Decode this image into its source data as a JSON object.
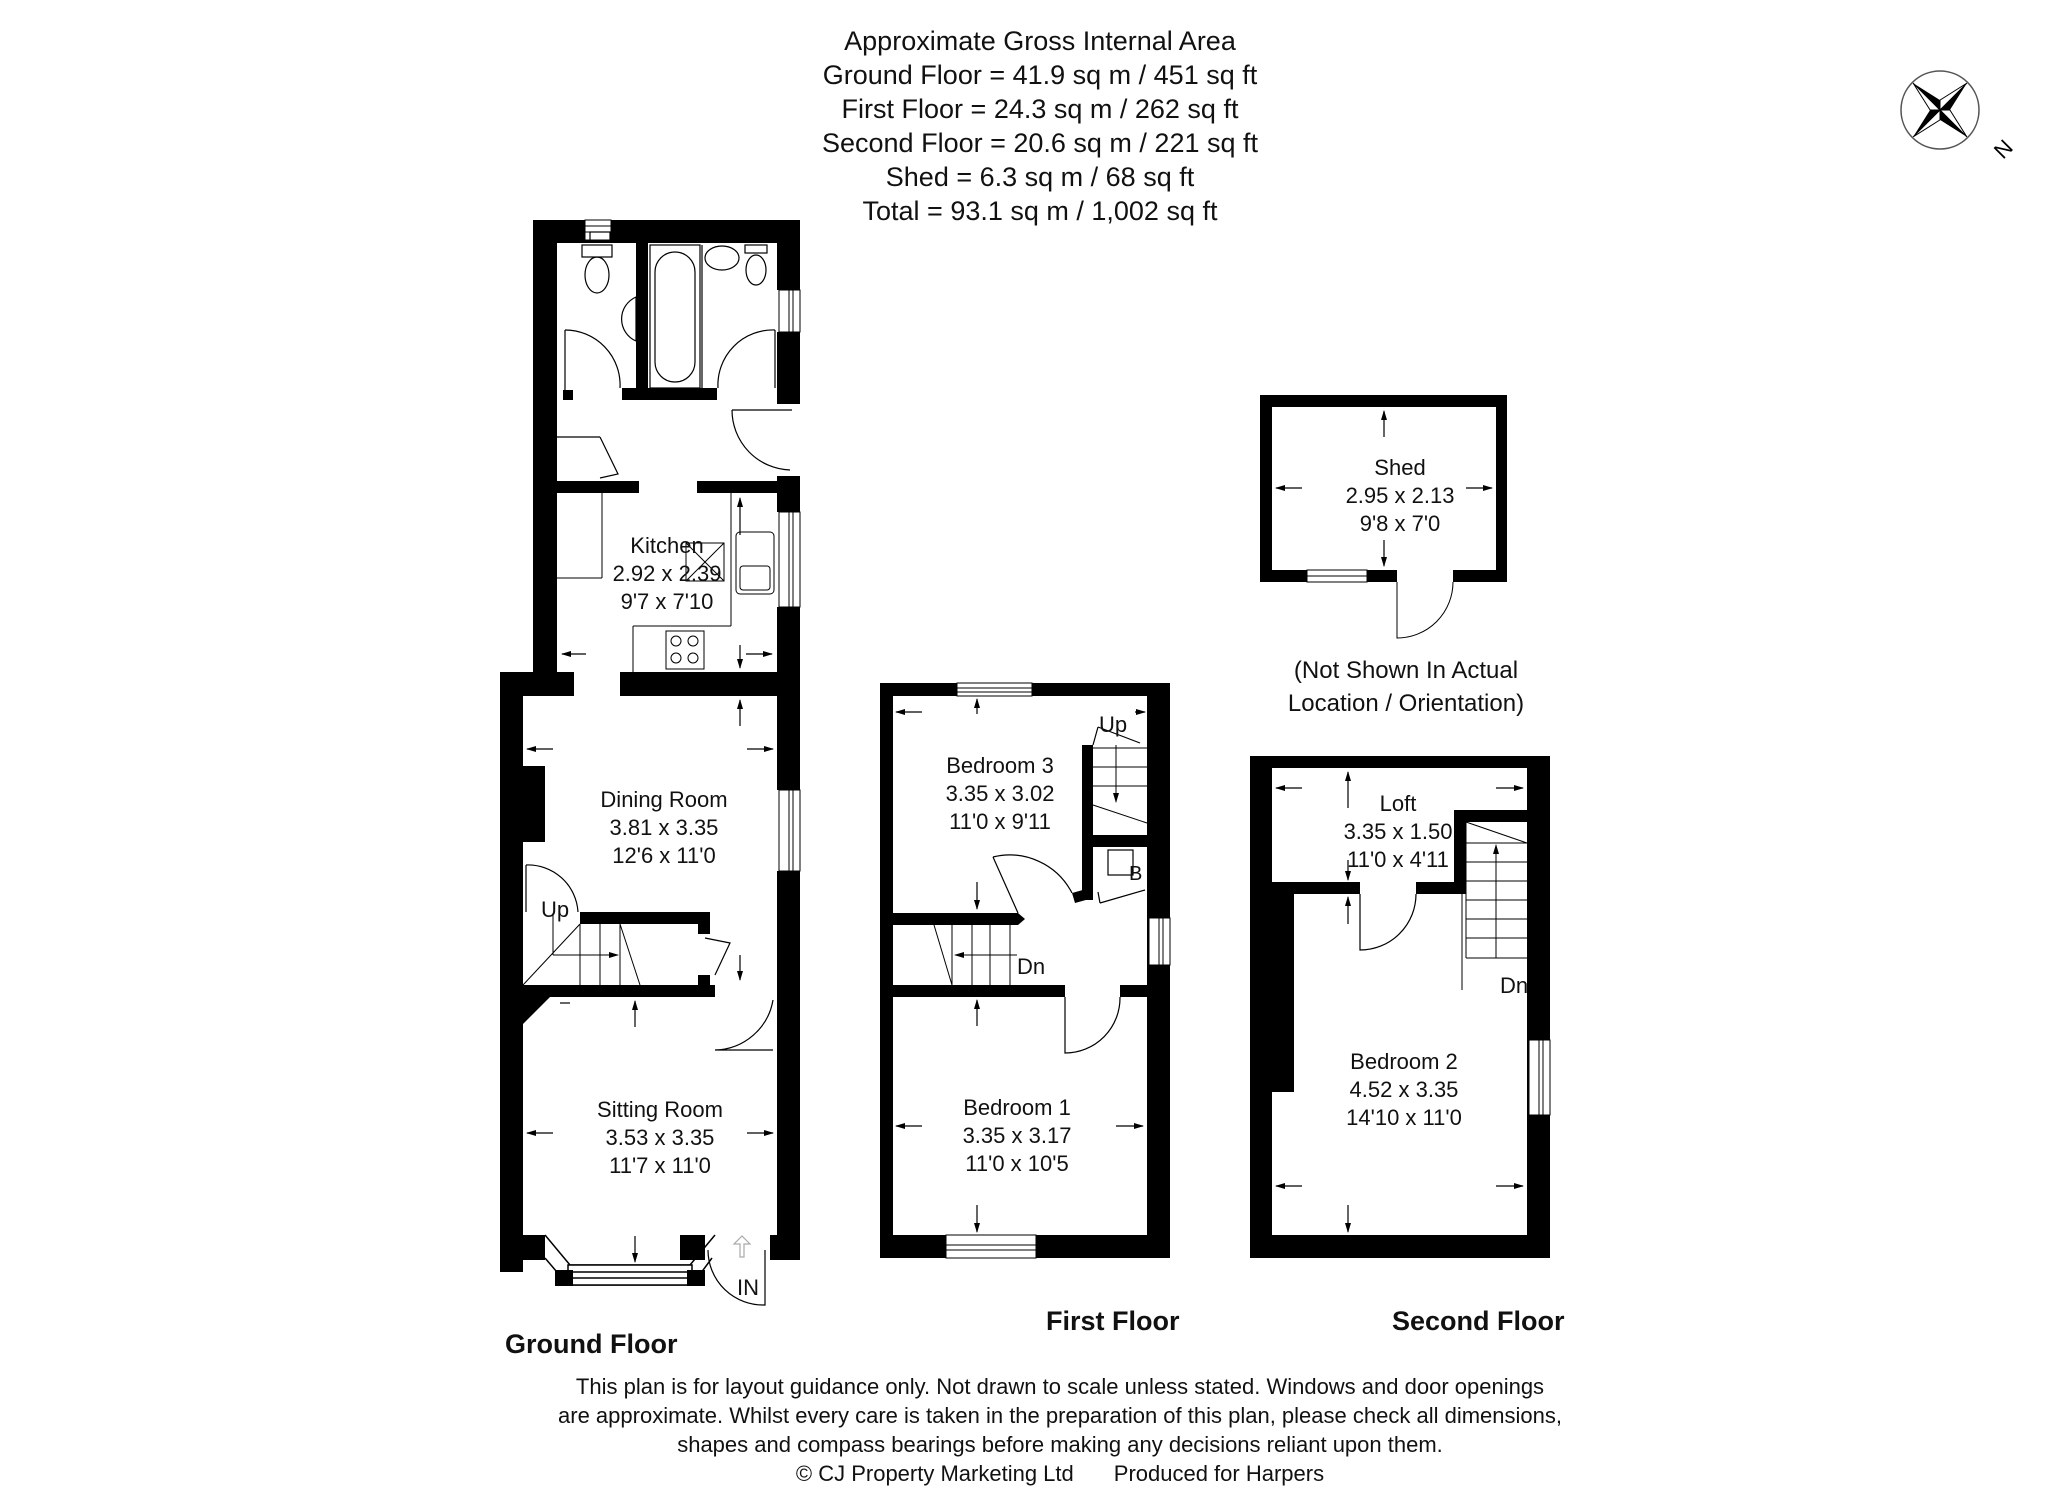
{
  "area_summary": {
    "heading": "Approximate Gross Internal Area",
    "lines": [
      "Ground Floor = 41.9 sq m / 451 sq ft",
      "First Floor = 24.3 sq m / 262 sq ft",
      "Second Floor = 20.6 sq m / 221 sq ft",
      "Shed = 6.3 sq m / 68 sq ft",
      "Total = 93.1 sq m / 1,002 sq ft"
    ]
  },
  "compass": {
    "icon": "compass-rose-icon",
    "north_label": "N"
  },
  "floors": {
    "ground": {
      "title": "Ground Floor",
      "rooms": {
        "kitchen": {
          "name": "Kitchen",
          "metric": "2.92 x 2.39",
          "imperial": "9'7 x 7'10"
        },
        "dining": {
          "name": "Dining Room",
          "metric": "3.81 x 3.35",
          "imperial": "12'6 x 11'0"
        },
        "sitting": {
          "name": "Sitting Room",
          "metric": "3.53 x 3.35",
          "imperial": "11'7 x 11'0"
        }
      },
      "labels": {
        "stairs_up": "Up",
        "entrance": "IN"
      }
    },
    "first": {
      "title": "First Floor",
      "rooms": {
        "bedroom3": {
          "name": "Bedroom 3",
          "metric": "3.35 x 3.02",
          "imperial": "11'0 x 9'11"
        },
        "bedroom1": {
          "name": "Bedroom 1",
          "metric": "3.35 x 3.17",
          "imperial": "11'0 x 10'5"
        }
      },
      "labels": {
        "stairs_up": "Up",
        "stairs_down": "Dn",
        "boiler": "B"
      }
    },
    "second": {
      "title": "Second Floor",
      "rooms": {
        "loft": {
          "name": "Loft",
          "metric": "3.35 x 1.50",
          "imperial": "11'0 x 4'11"
        },
        "bedroom2": {
          "name": "Bedroom 2",
          "metric": "4.52 x 3.35",
          "imperial": "14'10 x 11'0"
        }
      },
      "labels": {
        "stairs_down": "Dn"
      }
    },
    "shed": {
      "room": {
        "name": "Shed",
        "metric": "2.95 x 2.13",
        "imperial": "9'8 x 7'0"
      },
      "note_line1": "(Not Shown In Actual",
      "note_line2": "Location / Orientation)"
    }
  },
  "disclaimer": {
    "lines": [
      "This plan is for layout guidance only. Not drawn to scale unless stated. Windows and door openings",
      "are approximate. Whilst every care is taken in the preparation of this plan, please check all dimensions,",
      "shapes and compass bearings before making any decisions reliant upon them."
    ],
    "copyright": "© CJ Property Marketing Ltd",
    "produced_for": "Produced for Harpers"
  },
  "colors": {
    "wall": "#000000",
    "background": "#ffffff",
    "line": "#333333"
  }
}
